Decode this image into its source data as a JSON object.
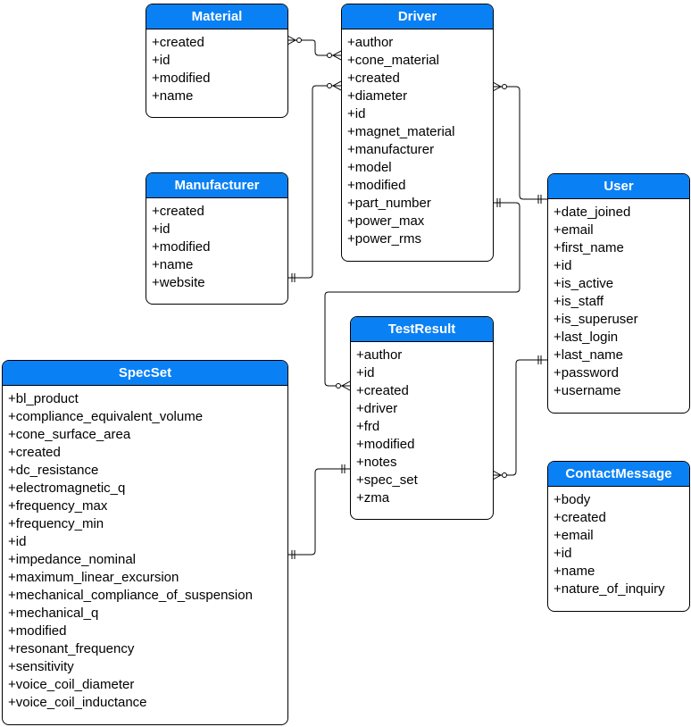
{
  "entities": {
    "material": {
      "name": "Material",
      "fields": [
        "+created",
        "+id",
        "+modified",
        "+name"
      ]
    },
    "driver": {
      "name": "Driver",
      "fields": [
        "+author",
        "+cone_material",
        "+created",
        "+diameter",
        "+id",
        "+magnet_material",
        "+manufacturer",
        "+model",
        "+modified",
        "+part_number",
        "+power_max",
        "+power_rms"
      ]
    },
    "manufacturer": {
      "name": "Manufacturer",
      "fields": [
        "+created",
        "+id",
        "+modified",
        "+name",
        "+website"
      ]
    },
    "user": {
      "name": "User",
      "fields": [
        "+date_joined",
        "+email",
        "+first_name",
        "+id",
        "+is_active",
        "+is_staff",
        "+is_superuser",
        "+last_login",
        "+last_name",
        "+password",
        "+username"
      ]
    },
    "testresult": {
      "name": "TestResult",
      "fields": [
        "+author",
        "+id",
        "+created",
        "+driver",
        "+frd",
        "+modified",
        "+notes",
        "+spec_set",
        "+zma"
      ]
    },
    "specset": {
      "name": "SpecSet",
      "fields": [
        "+bl_product",
        "+compliance_equivalent_volume",
        "+cone_surface_area",
        "+created",
        "+dc_resistance",
        "+electromagnetic_q",
        "+frequency_max",
        "+frequency_min",
        "+id",
        "+impedance_nominal",
        "+maximum_linear_excursion",
        "+mechanical_compliance_of_suspension",
        "+mechanical_q",
        "+modified",
        "+resonant_frequency",
        "+sensitivity",
        "+voice_coil_diameter",
        "+voice_coil_inductance"
      ]
    },
    "contactmessage": {
      "name": "ContactMessage",
      "fields": [
        "+body",
        "+created",
        "+email",
        "+id",
        "+name",
        "+nature_of_inquiry"
      ]
    }
  }
}
